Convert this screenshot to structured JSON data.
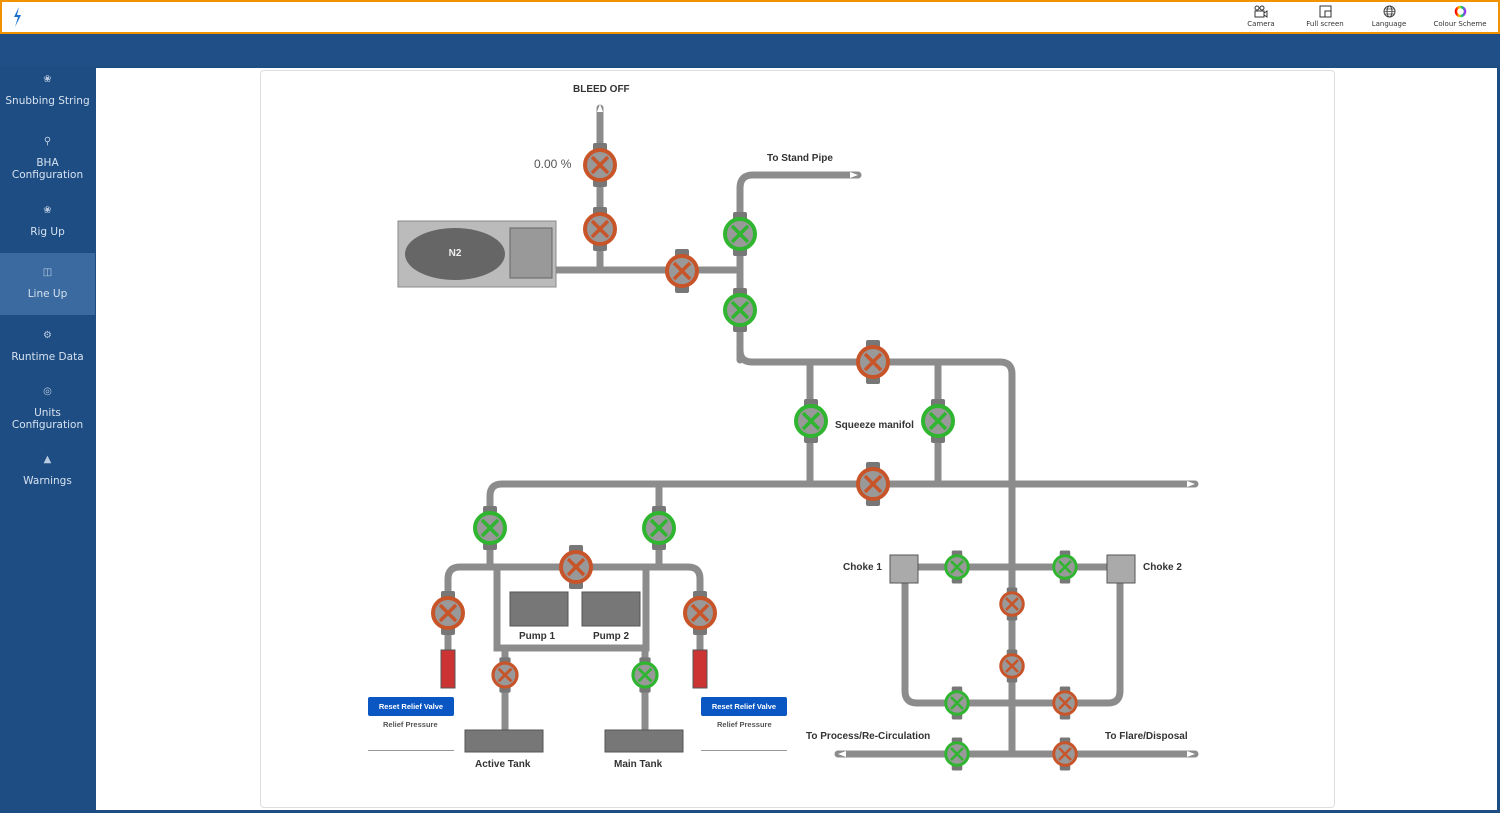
{
  "topbar": {
    "tools": [
      {
        "label": "Camera",
        "icon": "camera-icon"
      },
      {
        "label": "Full screen",
        "icon": "fullscreen-icon"
      },
      {
        "label": "Language",
        "icon": "globe-icon"
      },
      {
        "label": "Colour Scheme",
        "icon": "colour-wheel-icon"
      }
    ]
  },
  "sidebar": {
    "items": [
      {
        "label": "Snubbing String"
      },
      {
        "label": "BHA Configuration"
      },
      {
        "label": "Rig Up"
      },
      {
        "label": "Line Up",
        "active": true
      },
      {
        "label": "Runtime Data"
      },
      {
        "label": "Units Configuration"
      },
      {
        "label": "Warnings"
      }
    ]
  },
  "diagram": {
    "bleed_off": "BLEED OFF",
    "bleed_percent": "0.00 %",
    "n2_label": "N2",
    "stand_pipe": "To Stand Pipe",
    "squeeze": "Squeeze manifol",
    "pump1": "Pump 1",
    "pump2": "Pump 2",
    "choke1": "Choke 1",
    "choke2": "Choke 2",
    "to_process": "To Process/Re-Circulation",
    "to_flare": "To Flare/Disposal",
    "active_tank": "Active Tank",
    "main_tank": "Main Tank",
    "reset_button": "Reset Relief Valve",
    "relief_pressure": "Relief Pressure"
  },
  "colors": {
    "open": "#2fb52f",
    "closed": "#c8552a"
  },
  "valves": [
    "closed",
    "closed",
    "closed",
    "open",
    "open",
    "closed",
    "open",
    "open",
    "closed",
    "open",
    "open",
    "closed",
    "closed",
    "closed",
    "closed",
    "open",
    "open",
    "open",
    "closed",
    "closed",
    "open",
    "closed",
    "open",
    "closed"
  ]
}
